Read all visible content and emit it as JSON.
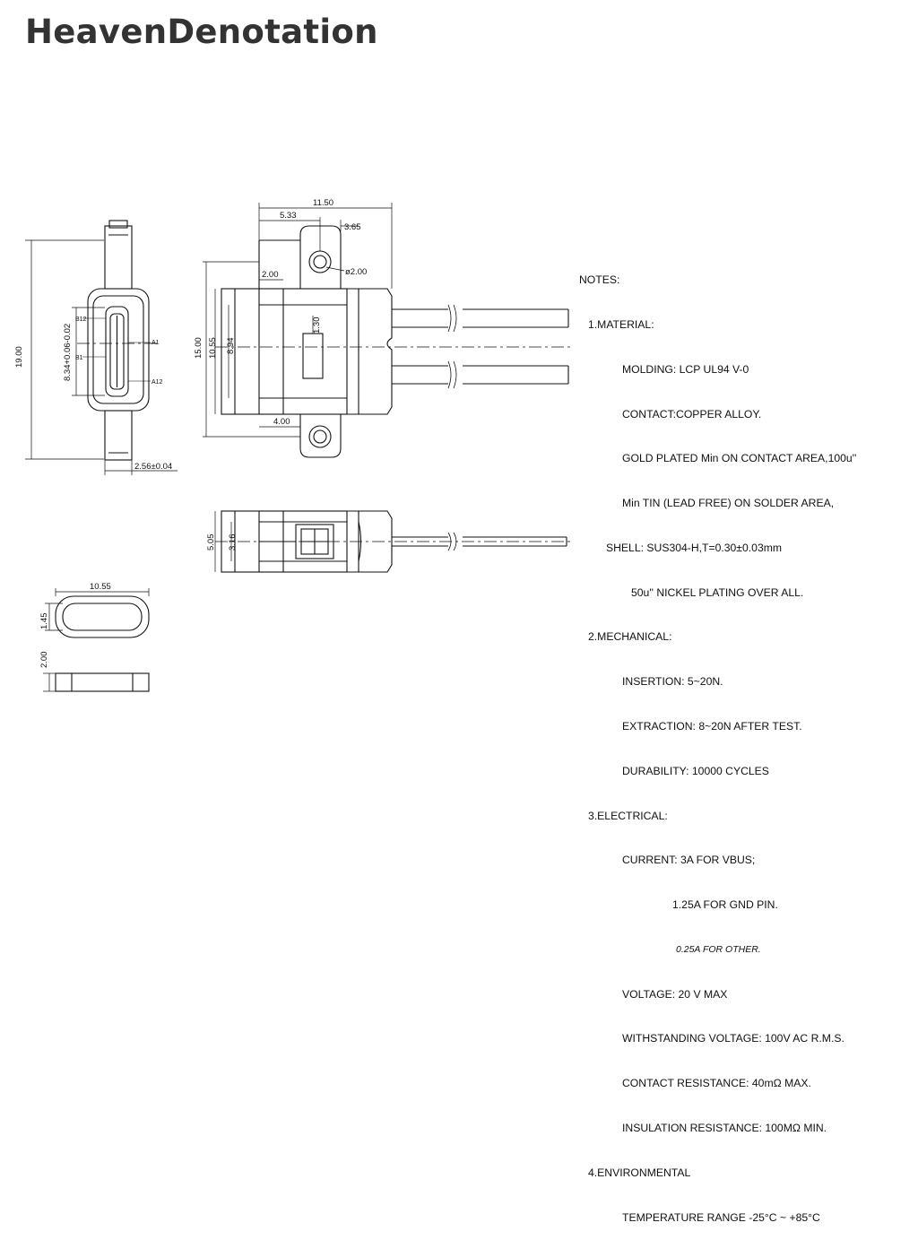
{
  "brand": {
    "name": "HeavenDenotation"
  },
  "dimensions": {
    "front_height": "19.00",
    "front_tol": "8.34+0.06-0.02",
    "front_width": "2.56±0.04",
    "side_overall": "11.50",
    "side_5_33": "5.33",
    "side_3_65": "3.65",
    "side_hole": "ø2.00",
    "side_2_00": "2.00",
    "side_15_00": "15.00",
    "side_10_55": "10.55",
    "side_8_94": "8.94",
    "side_1_30": "1.30",
    "side_4_00": "4.00",
    "bottom_5_05": "5.05",
    "bottom_3_16": "3.16",
    "port_width": "10.55",
    "port_1_45": "1.45",
    "port_2_00": "2.00",
    "pin_a9": "B12",
    "pin_b1": "B1",
    "pin_a1": "A1",
    "pin_a12": "A12"
  },
  "notes": {
    "title": "NOTES:",
    "s1": "1.MATERIAL:",
    "s1_l1": "MOLDING: LCP UL94 V-0",
    "s1_l2": "CONTACT:COPPER ALLOY.",
    "s1_l3": "GOLD PLATED Min ON CONTACT AREA,100u''",
    "s1_l4": "Min TIN (LEAD FREE) ON SOLDER AREA,",
    "s1_l5": "SHELL: SUS304-H,T=0.30±0.03mm",
    "s1_l6": "50u'' NICKEL PLATING OVER ALL.",
    "s2": "2.MECHANICAL:",
    "s2_l1": "INSERTION: 5~20N.",
    "s2_l2": "EXTRACTION: 8~20N AFTER TEST.",
    "s2_l3": "DURABILITY: 10000 CYCLES",
    "s3": "3.ELECTRICAL:",
    "s3_l1": "CURRENT: 3A FOR VBUS;",
    "s3_l2": "1.25A FOR GND PIN.",
    "s3_l3": "0.25A FOR OTHER.",
    "s3_l4": "VOLTAGE: 20 V MAX",
    "s3_l5": "WITHSTANDING VOLTAGE: 100V AC R.M.S.",
    "s3_l6": "CONTACT RESISTANCE: 40mΩ MAX.",
    "s3_l7": "INSULATION RESISTANCE: 100MΩ MIN.",
    "s4": "4.ENVIRONMENTAL",
    "s4_l1": "TEMPERATURE RANGE -25°C ~ +85°C"
  }
}
